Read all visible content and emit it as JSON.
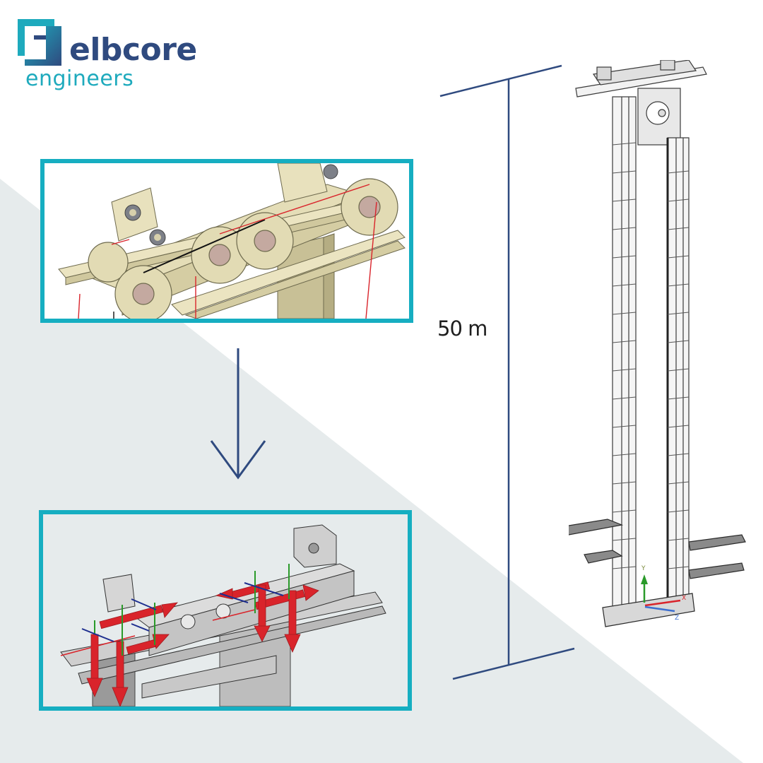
{
  "brand": {
    "name": "elbcore",
    "tagline": "engineers",
    "colors": {
      "primary_navy": "#2f4a7f",
      "accent_teal": "#16aec1",
      "background_grey": "#e6ebec",
      "dimension_line": "#2f4a7f"
    }
  },
  "panels": {
    "top": {
      "description": "Top sheave/pulley assembly (beige CAD model with red and black ropes)",
      "border_color": "#16aec1"
    },
    "bottom": {
      "description": "Same assembly as structural FE model with red force vectors and green/blue axis triads",
      "border_color": "#16aec1"
    }
  },
  "flow_arrow": {
    "direction": "down",
    "icon": "arrow-down-icon"
  },
  "dimension": {
    "label": "50 m",
    "measured": "tower height"
  },
  "tower": {
    "description": "Full-height lift tower wireframe with head frame, two columns, side platforms",
    "axis_labels": [
      "Y",
      "X",
      "Z"
    ]
  }
}
